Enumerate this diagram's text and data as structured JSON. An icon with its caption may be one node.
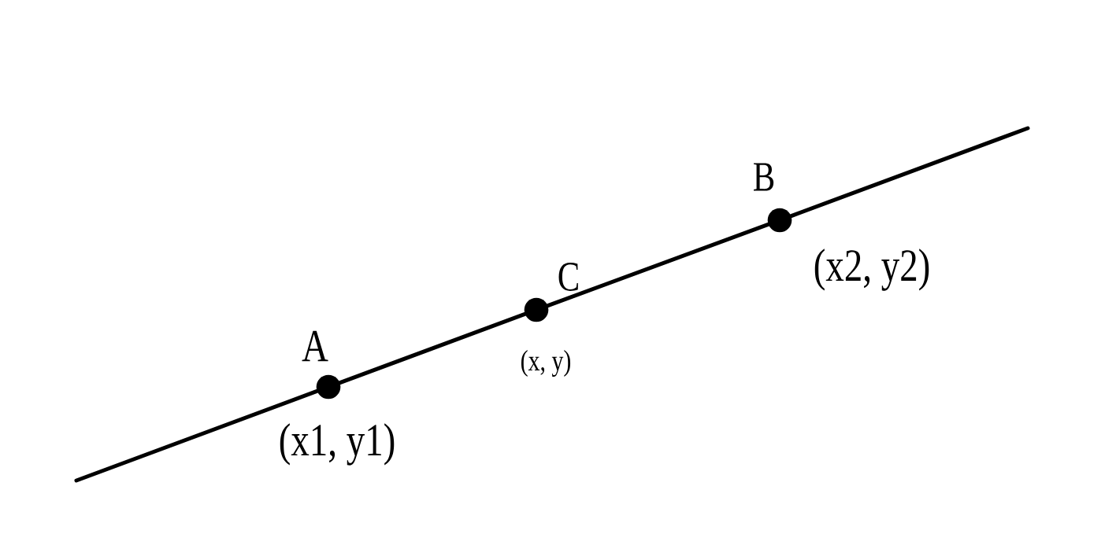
{
  "diagram": {
    "nodes": [
      {
        "text": [
          "A",
          "(x1, y1)"
        ]
      },
      {
        "text": [
          "C",
          "(x, y)"
        ]
      },
      {
        "text": [
          "B",
          "(x2, y2)"
        ]
      }
    ],
    "edges": [
      {
        "from": null,
        "to": 0,
        "arrow": "none"
      },
      {
        "from": 0,
        "to": 1,
        "arrow": "none"
      },
      {
        "from": 1,
        "to": 2,
        "arrow": "none"
      },
      {
        "from": 2,
        "to": null,
        "arrow": "none"
      }
    ]
  }
}
